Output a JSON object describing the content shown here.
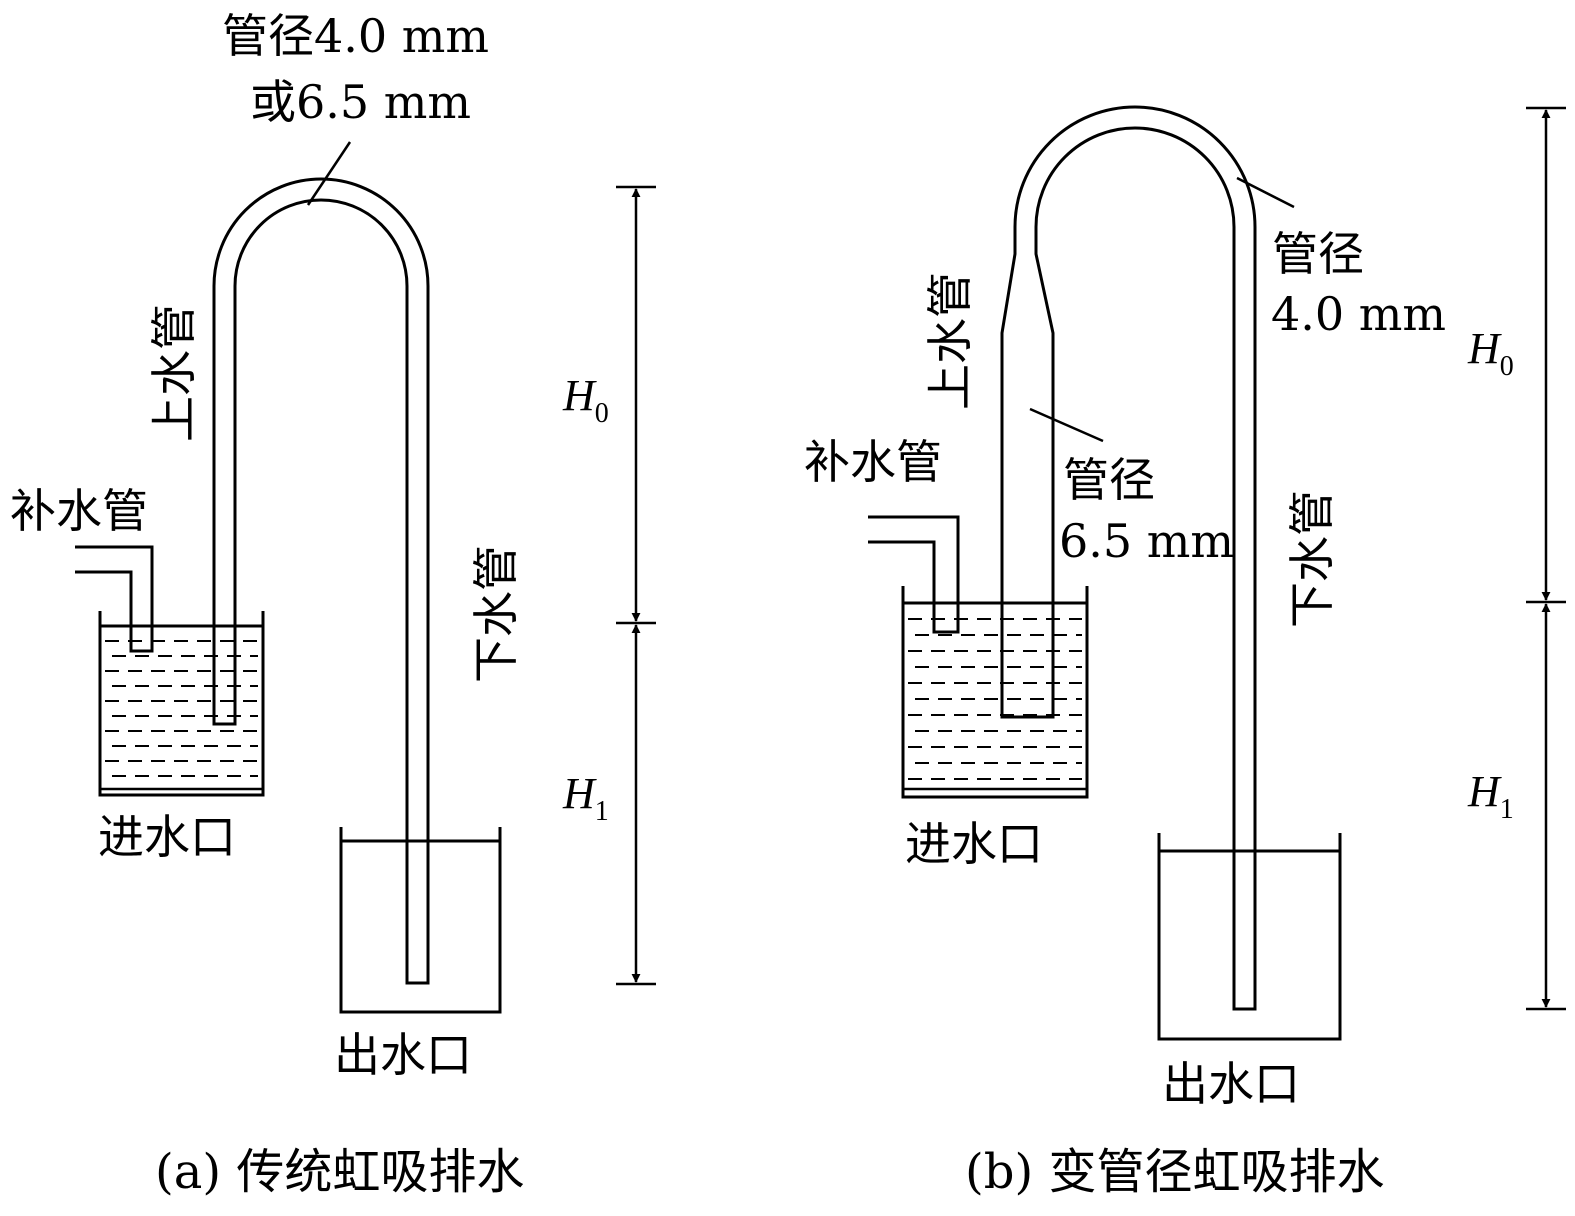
{
  "panel_a": {
    "pipe_diameter_label_line1": "管径4.0 mm",
    "pipe_diameter_label_line2": "或6.5 mm",
    "up_pipe": "上水管",
    "down_pipe": "下水管",
    "supply_pipe": "补水管",
    "inlet": "进水口",
    "outlet": "出水口",
    "h0_symbol": "H",
    "h0_subscript": "0",
    "h1_symbol": "H",
    "h1_subscript": "1",
    "caption": "(a) 传统虹吸排水"
  },
  "panel_b": {
    "top_diameter_line1": "管径",
    "top_diameter_line2": "4.0 mm",
    "bottom_diameter_line1": "管径",
    "bottom_diameter_line2": "6.5 mm",
    "up_pipe": "上水管",
    "down_pipe": "下水管",
    "supply_pipe": "补水管",
    "inlet": "进水口",
    "outlet": "出水口",
    "h0_symbol": "H",
    "h0_subscript": "0",
    "h1_symbol": "H",
    "h1_subscript": "1",
    "caption": "(b) 变管径虹吸排水"
  }
}
